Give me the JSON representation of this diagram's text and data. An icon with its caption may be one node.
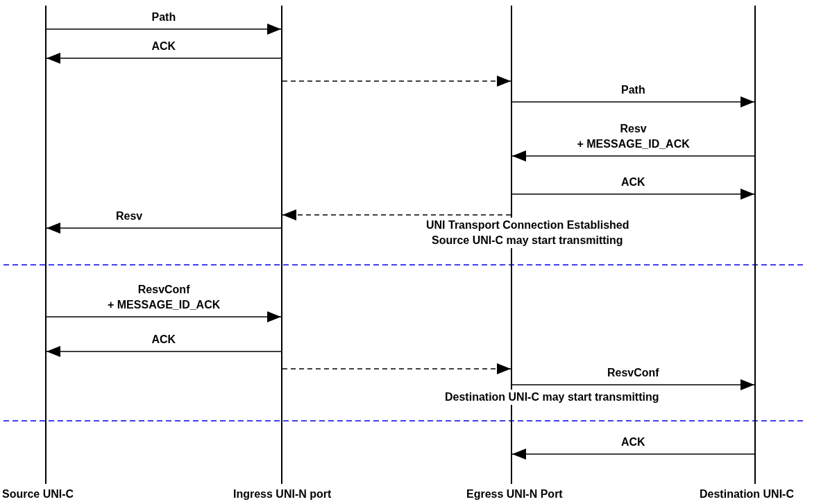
{
  "diagram": {
    "nodes": [
      {
        "text": [
          "Source UNI-C"
        ]
      },
      {
        "text": [
          "Ingress UNI-N port"
        ]
      },
      {
        "text": [
          "Egress UNI-N Port"
        ]
      },
      {
        "text": [
          "Destination UNI-C"
        ]
      }
    ],
    "edges": [
      {
        "from": 0,
        "to": 1,
        "arrow": "to",
        "label": "Path"
      },
      {
        "from": 1,
        "to": 0,
        "arrow": "to",
        "label": "ACK"
      },
      {
        "from": 1,
        "to": 2,
        "arrow": "to",
        "style": "dashed"
      },
      {
        "from": 2,
        "to": 3,
        "arrow": "to",
        "label": "Path"
      },
      {
        "from": 3,
        "to": 2,
        "arrow": "to",
        "label": "Resv + MESSAGE_ID_ACK"
      },
      {
        "from": 2,
        "to": 3,
        "arrow": "to",
        "label": "ACK"
      },
      {
        "from": 2,
        "to": 1,
        "arrow": "to",
        "style": "dashed"
      },
      {
        "from": 1,
        "to": 0,
        "arrow": "to",
        "label": "Resv"
      },
      {
        "from": 0,
        "to": 1,
        "arrow": "to",
        "label": "ResvConf + MESSAGE_ID_ACK"
      },
      {
        "from": 1,
        "to": 0,
        "arrow": "to",
        "label": "ACK"
      },
      {
        "from": 1,
        "to": 2,
        "arrow": "to",
        "style": "dashed"
      },
      {
        "from": 2,
        "to": 3,
        "arrow": "to",
        "label": "ResvConf"
      },
      {
        "from": 3,
        "to": 2,
        "arrow": "to",
        "label": "ACK"
      }
    ],
    "labels": [
      "UNI Transport Connection Established",
      "Source UNI-C may start transmitting",
      "Destination UNI-C may start transmitting"
    ]
  }
}
